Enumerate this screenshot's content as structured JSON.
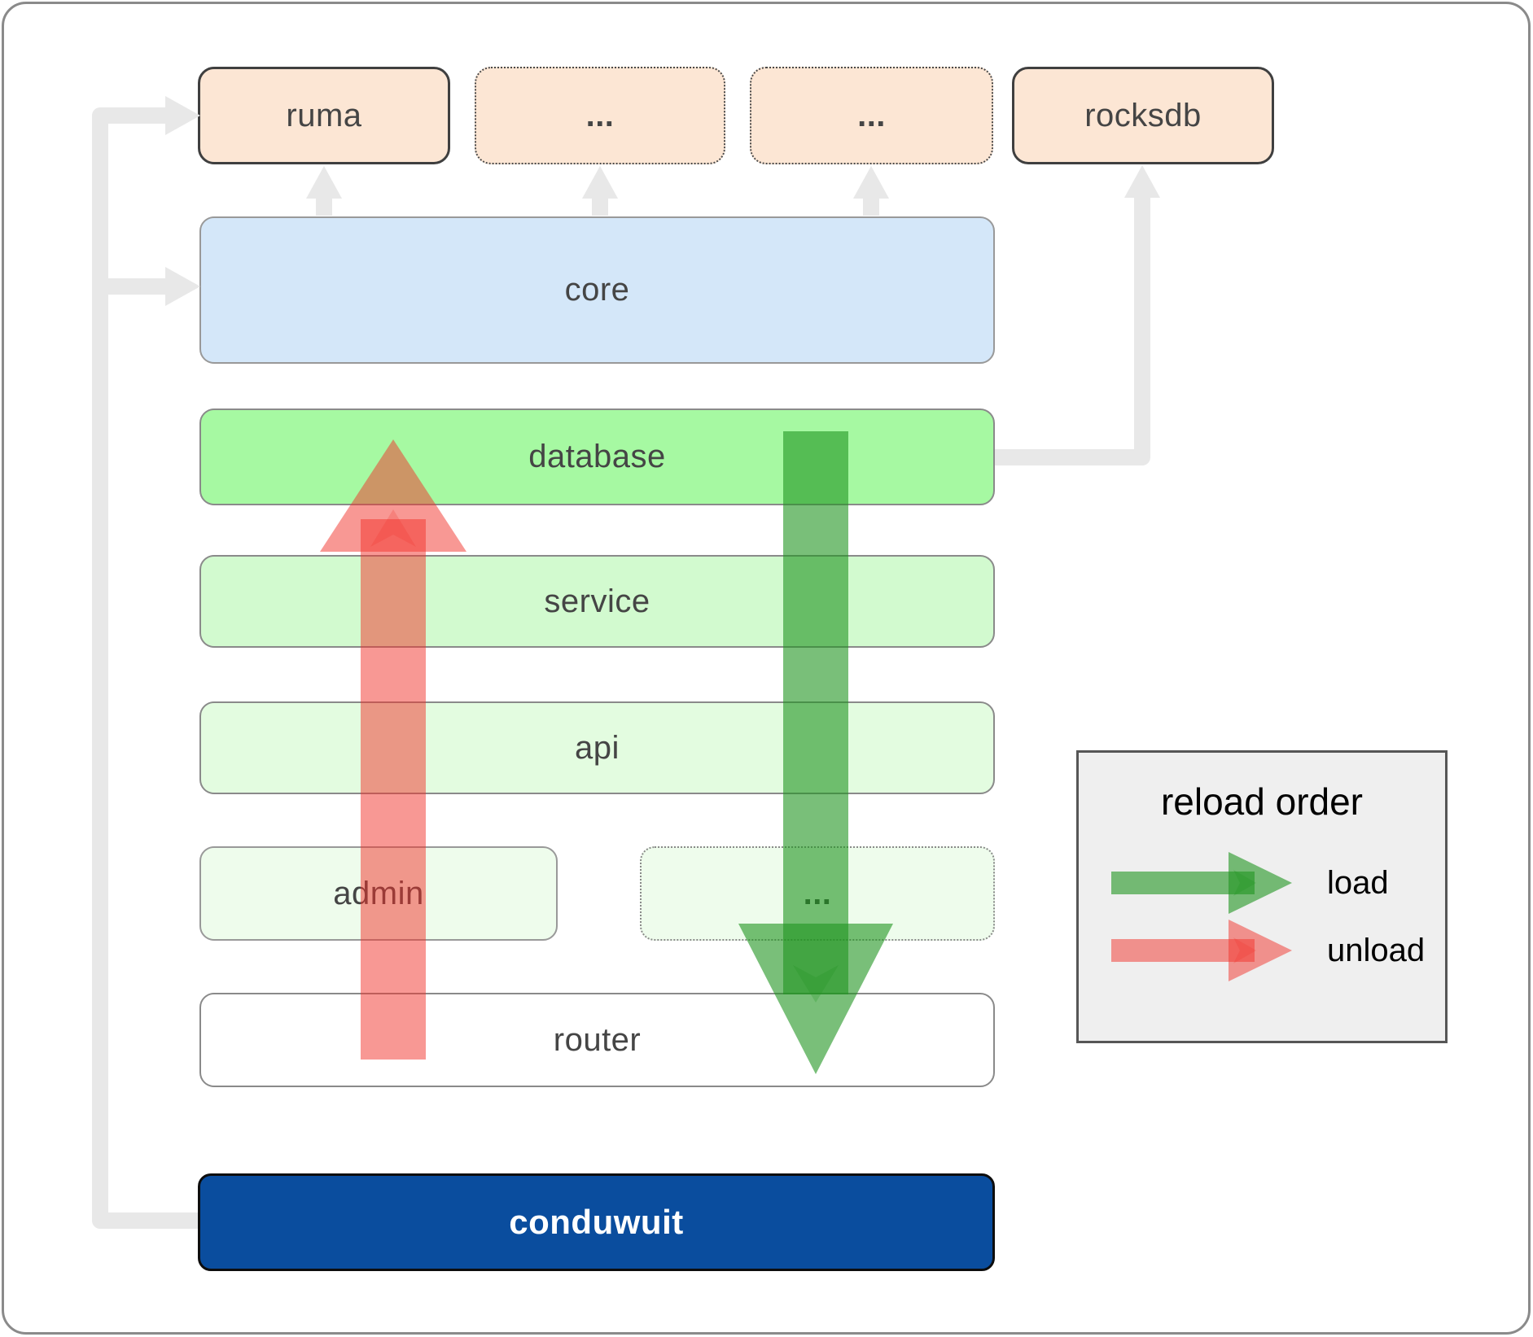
{
  "nodes": {
    "ruma": {
      "label": "ruma"
    },
    "dep_a": {
      "label": "..."
    },
    "dep_b": {
      "label": "..."
    },
    "rocksdb": {
      "label": "rocksdb"
    },
    "core": {
      "label": "core"
    },
    "database": {
      "label": "database"
    },
    "service": {
      "label": "service"
    },
    "api": {
      "label": "api"
    },
    "admin": {
      "label": "admin"
    },
    "service_more": {
      "label": "..."
    },
    "router": {
      "label": "router"
    },
    "conduwuit": {
      "label": "conduwuit"
    }
  },
  "legend": {
    "title": "reload order",
    "items": [
      {
        "label": "load",
        "color": "#1f951f"
      },
      {
        "label": "unload",
        "color": "#f23129"
      }
    ]
  },
  "colors": {
    "dependency_peach": "#fce6d4",
    "core_blue": "#d4e7f9",
    "database_green": "#a6f9a2",
    "service_green": "#d2facf",
    "api_green": "#e3fce0",
    "faint_green": "#eefcec",
    "router_white": "#ffffff",
    "conduwuit_blue": "#0a4d9e",
    "connector_gray": "#e8e8e8",
    "load_green": "#1f951f",
    "unload_red": "#f23129"
  }
}
